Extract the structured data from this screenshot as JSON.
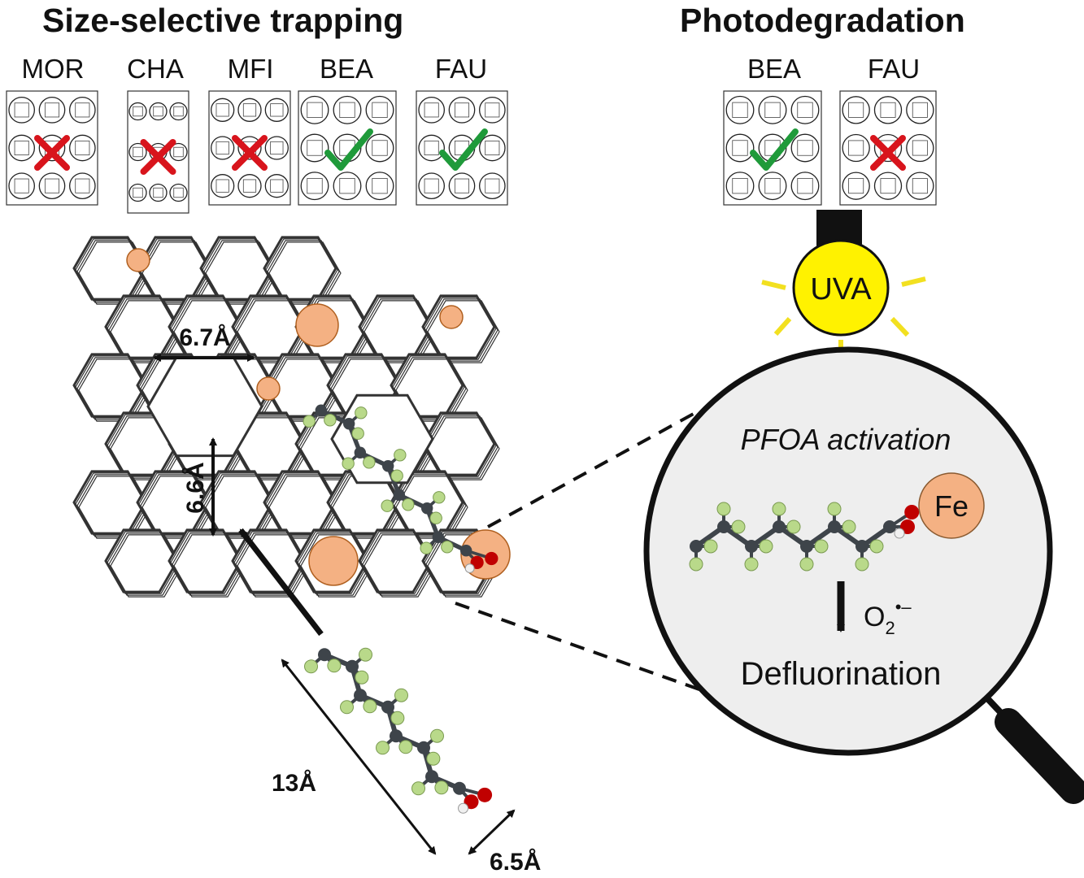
{
  "titles": {
    "left": "Size-selective trapping",
    "right": "Photodegradation"
  },
  "trapping": [
    {
      "name": "MOR",
      "result": "rejected"
    },
    {
      "name": "CHA",
      "result": "rejected"
    },
    {
      "name": "MFI",
      "result": "rejected"
    },
    {
      "name": "BEA",
      "result": "accepted"
    },
    {
      "name": "FAU",
      "result": "accepted"
    }
  ],
  "photodegradation": [
    {
      "name": "BEA",
      "result": "accepted"
    },
    {
      "name": "FAU",
      "result": "rejected"
    }
  ],
  "pore_dimensions": {
    "horizontal": "6.7Å",
    "vertical": "6.6Å"
  },
  "molecule_dimensions": {
    "length": "13Å",
    "width": "6.5Å"
  },
  "lamp": {
    "label": "UVA",
    "color": "#fff200"
  },
  "lens": {
    "heading": "PFOA activation",
    "metal": "Fe",
    "radical_base": "O",
    "radical_sub": "2",
    "radical_sup": "•–",
    "result": "Defluorination"
  },
  "colors": {
    "check": "#1f9a3a",
    "cross": "#d8141c",
    "iron": "#f4b183",
    "fluorine": "#b9d98a",
    "carbon": "#3e444a",
    "oxygen": "#c00000",
    "hydrogen": "#f0f0f0",
    "lens_fill": "#eeeeee"
  }
}
